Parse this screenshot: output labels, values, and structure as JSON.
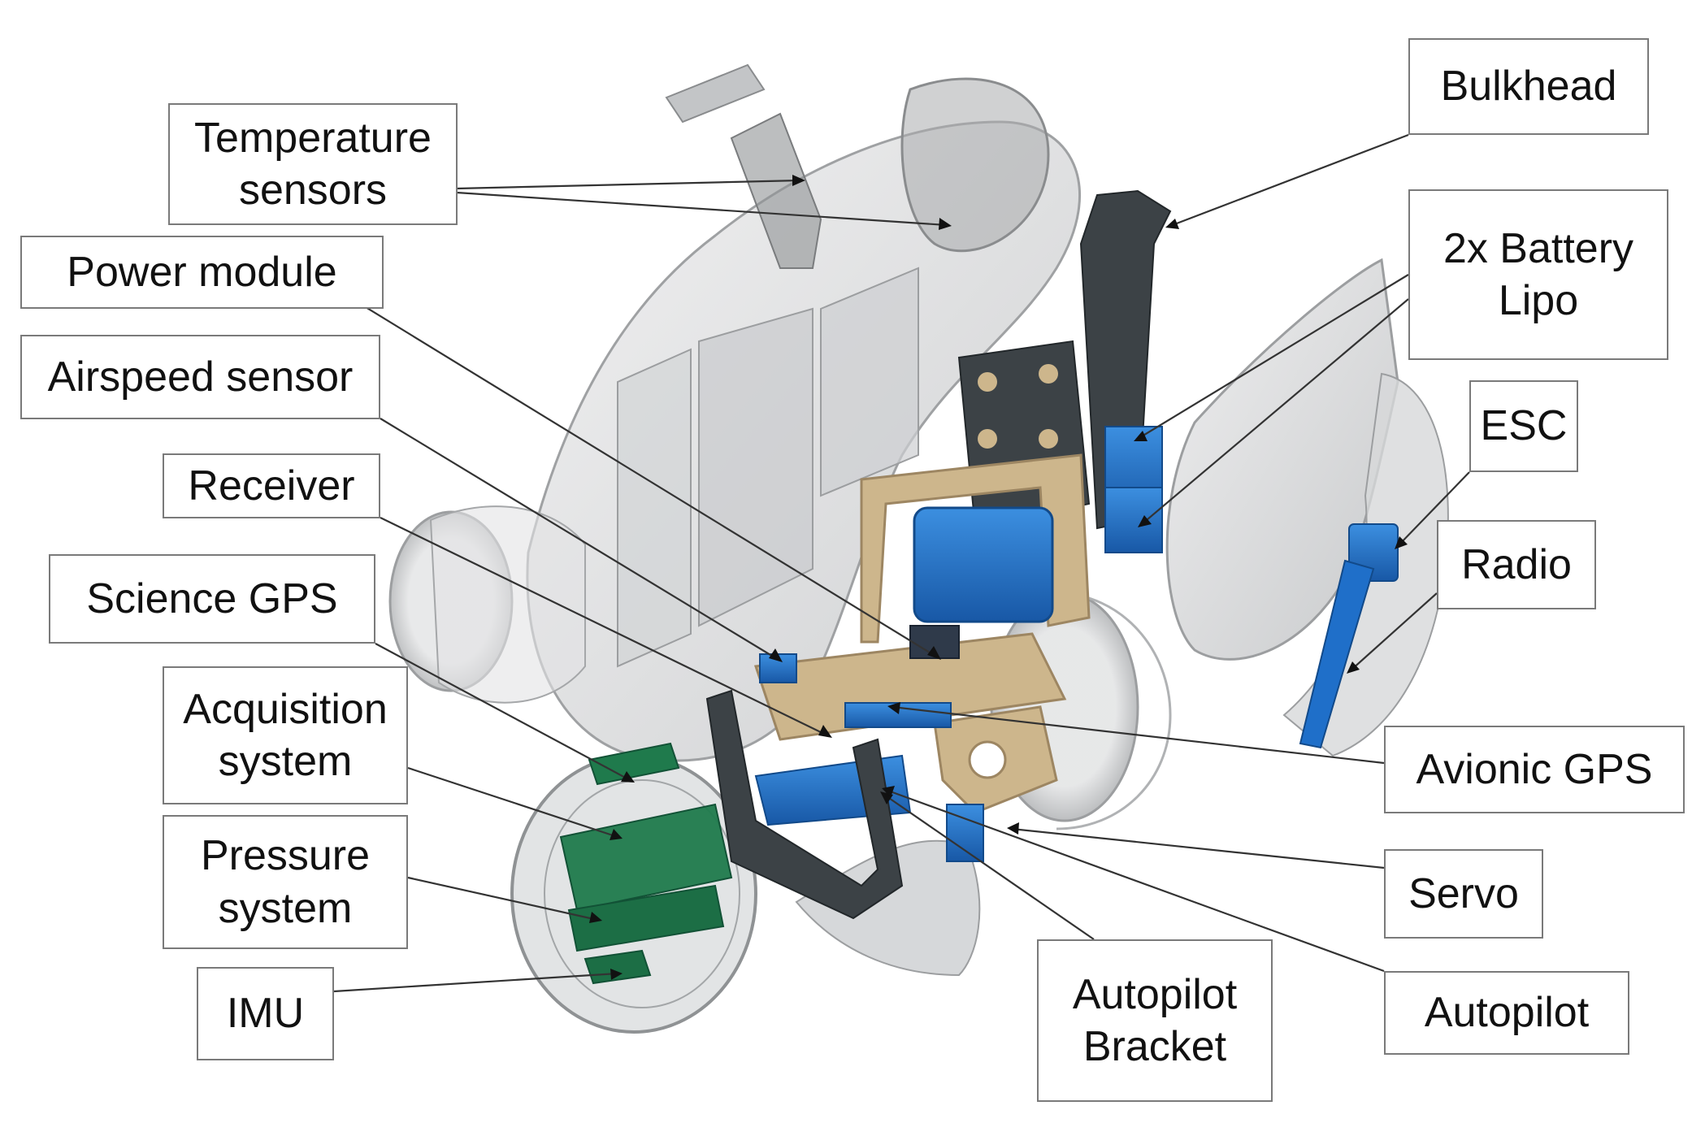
{
  "labels": {
    "bulkhead": "Bulkhead",
    "temperature_sensors": [
      "Temperature",
      "sensors"
    ],
    "power_module": "Power module",
    "airspeed_sensor": "Airspeed sensor",
    "battery": [
      "2x Battery",
      "Lipo"
    ],
    "esc": "ESC",
    "receiver": "Receiver",
    "radio": "Radio",
    "science_gps": "Science GPS",
    "acquisition_system": [
      "Acquisition",
      "system"
    ],
    "avionic_gps": "Avionic GPS",
    "pressure_system": [
      "Pressure",
      "system"
    ],
    "servo": "Servo",
    "imu": "IMU",
    "autopilot_bracket": [
      "Autopilot",
      "Bracket"
    ],
    "autopilot": "Autopilot"
  },
  "colors": {
    "shell": "#d9dadb",
    "shell_dark": "#a9abad",
    "component_blue": "#1f6fc9",
    "board_green": "#1f7a4c",
    "bracket_tan": "#cdb68c",
    "carbon_dark": "#3c4246",
    "leader_line": "#333333",
    "callout_border": "#7a7a7a"
  }
}
